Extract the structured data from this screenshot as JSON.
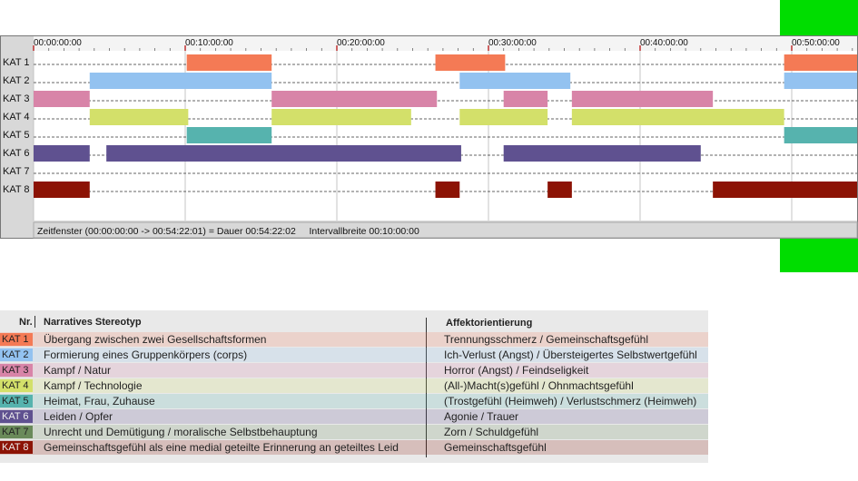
{
  "colors": {
    "KAT 1": "#f47a55",
    "KAT 2": "#93c2f0",
    "KAT 3": "#d884a8",
    "KAT 4": "#d3e06a",
    "KAT 5": "#56b3ae",
    "KAT 6": "#5f5190",
    "KAT 7": "#6a8a5a",
    "KAT 8": "#8c1305"
  },
  "chart_data": {
    "type": "timeline",
    "tick_labels": [
      "00:00:00:00",
      "00:10:00:00",
      "00:20:00:00",
      "00:30:00:00",
      "00:40:00:00",
      "00:50:00:00"
    ],
    "x_range_minutes": [
      0,
      54.37
    ],
    "categories": [
      "KAT 1",
      "KAT 2",
      "KAT 3",
      "KAT 4",
      "KAT 5",
      "KAT 6",
      "KAT 7",
      "KAT 8"
    ],
    "segments": [
      {
        "category": "KAT 1",
        "start": 10.1,
        "end": 15.7
      },
      {
        "category": "KAT 1",
        "start": 26.5,
        "end": 31.1
      },
      {
        "category": "KAT 1",
        "start": 49.5,
        "end": 54.37
      },
      {
        "category": "KAT 2",
        "start": 3.7,
        "end": 15.7
      },
      {
        "category": "KAT 2",
        "start": 28.1,
        "end": 35.4
      },
      {
        "category": "KAT 2",
        "start": 49.5,
        "end": 54.37
      },
      {
        "category": "KAT 3",
        "start": 0,
        "end": 3.7
      },
      {
        "category": "KAT 3",
        "start": 15.7,
        "end": 26.6
      },
      {
        "category": "KAT 3",
        "start": 31.0,
        "end": 33.9
      },
      {
        "category": "KAT 3",
        "start": 35.5,
        "end": 44.8
      },
      {
        "category": "KAT 4",
        "start": 3.7,
        "end": 10.2
      },
      {
        "category": "KAT 4",
        "start": 15.7,
        "end": 24.9
      },
      {
        "category": "KAT 4",
        "start": 28.1,
        "end": 33.9
      },
      {
        "category": "KAT 4",
        "start": 35.5,
        "end": 49.5
      },
      {
        "category": "KAT 5",
        "start": 10.1,
        "end": 15.7
      },
      {
        "category": "KAT 5",
        "start": 49.5,
        "end": 54.37
      },
      {
        "category": "KAT 6",
        "start": 0,
        "end": 3.7
      },
      {
        "category": "KAT 6",
        "start": 4.8,
        "end": 28.2
      },
      {
        "category": "KAT 6",
        "start": 31.0,
        "end": 44.0
      },
      {
        "category": "KAT 8",
        "start": 0,
        "end": 3.7
      },
      {
        "category": "KAT 8",
        "start": 26.5,
        "end": 28.1
      },
      {
        "category": "KAT 8",
        "start": 33.9,
        "end": 35.5
      },
      {
        "category": "KAT 8",
        "start": 44.8,
        "end": 54.37
      }
    ],
    "status_text": "Zeitfenster (00:00:00:00 -> 00:54:22:01) = Dauer 00:54:22:02     Intervallbreite 00:10:00:00"
  },
  "legend": {
    "col_nr": "Nr.",
    "col_stereotype": "Narratives Stereotyp",
    "col_affect": "Affektorientierung",
    "rows": [
      {
        "kat": "KAT 1",
        "stereotype": "Übergang zwischen zwei Gesellschaftsformen",
        "affect": "Trennungsschmerz / Gemeinschaftsgefühl"
      },
      {
        "kat": "KAT 2",
        "stereotype": "Formierung eines Gruppenkörpers (corps)",
        "affect": "Ich-Verlust (Angst) / Übersteigertes Selbstwertgefühl"
      },
      {
        "kat": "KAT 3",
        "stereotype": "Kampf / Natur",
        "affect": "Horror (Angst) / Feindseligkeit"
      },
      {
        "kat": "KAT 4",
        "stereotype": "Kampf / Technologie",
        "affect": "(All-)Macht(s)gefühl / Ohnmachtsgefühl"
      },
      {
        "kat": "KAT 5",
        "stereotype": "Heimat, Frau, Zuhause",
        "affect": "(Trostgefühl (Heimweh) / Verlustschmerz (Heimweh)"
      },
      {
        "kat": "KAT 6",
        "stereotype": "Leiden / Opfer",
        "affect": "Agonie / Trauer"
      },
      {
        "kat": "KAT 7",
        "stereotype": "Unrecht und Demütigung / moralische Selbstbehauptung",
        "affect": "Zorn / Schuldgefühl"
      },
      {
        "kat": "KAT 8",
        "stereotype": "Gemeinschaftsgefühl als eine medial geteilte Erinnerung an geteiltes Leid",
        "affect": "Gemeinschaftsgefühl"
      }
    ]
  }
}
